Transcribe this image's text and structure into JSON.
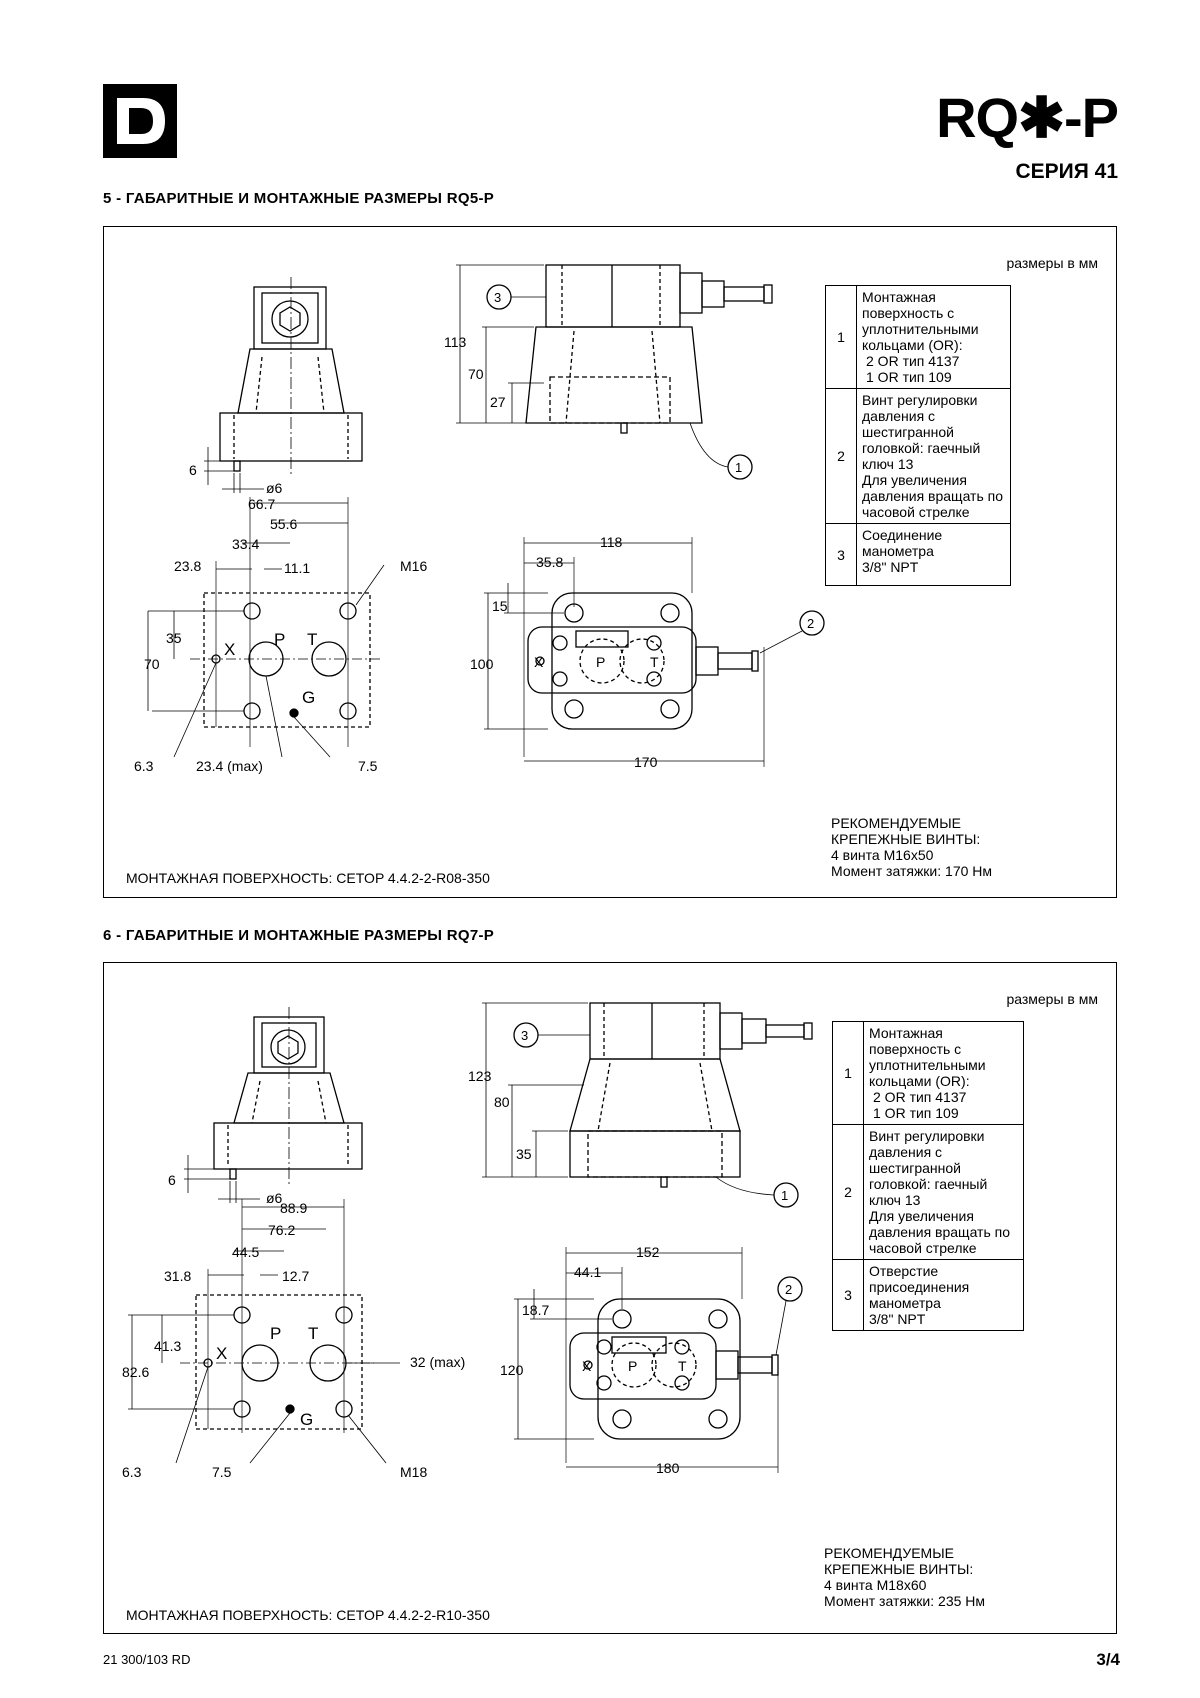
{
  "header": {
    "product_code": "RQ✱-P",
    "series": "СЕРИЯ 41"
  },
  "sections": [
    {
      "title": "5 - ГАБАРИТНЫЕ И МОНТАЖНЫЕ РАЗМЕРЫ RQ5-P",
      "units_note": "размеры в мм",
      "dims": {
        "d113": "113",
        "d70": "70",
        "d27": "27",
        "d6": "6",
        "dphi6": "ø6",
        "d66_7": "66.7",
        "d55_6": "55.6",
        "d33_4": "33.4",
        "d23_8": "23.8",
        "d11_1": "11.1",
        "thread": "M16",
        "d35": "35",
        "d70b": "70",
        "d6_3": "6.3",
        "d23_4": "23.4 (max)",
        "d7_5": "7.5",
        "d118": "118",
        "d35_8": "35.8",
        "d15": "15",
        "d100": "100",
        "d170": "170"
      },
      "port_labels": {
        "x": "X",
        "p": "P",
        "t": "T",
        "g": "G"
      },
      "callouts": {
        "c1": "1",
        "c2": "2",
        "c3": "3"
      },
      "legend": [
        {
          "num": "1",
          "text": "Монтажная поверхность с уплотнительными кольцами (OR):",
          "sub": [
            "2 OR тип 4137",
            "1 OR тип 109"
          ]
        },
        {
          "num": "2",
          "text": "Винт регулировки давления с шестигранной головкой: гаечный ключ 13",
          "sub": [
            "Для увеличения давления вращать по часовой стрелке"
          ]
        },
        {
          "num": "3",
          "text": "Соединение манометра",
          "sub": [
            "3/8\" NPT"
          ]
        }
      ],
      "screws": [
        "РЕКОМЕНДУЕМЫЕ",
        "КРЕПЕЖНЫЕ ВИНТЫ:",
        "4 винта M16x50",
        "Момент затяжки: 170 Нм"
      ],
      "mounting_surface": "МОНТАЖНАЯ ПОВЕРХНОСТЬ: CETOP 4.4.2-2-R08-350"
    },
    {
      "title": "6 - ГАБАРИТНЫЕ И МОНТАЖНЫЕ РАЗМЕРЫ RQ7-P",
      "units_note": "размеры в мм",
      "dims": {
        "d123": "123",
        "d80": "80",
        "d35": "35",
        "d6": "6",
        "dphi6": "ø6",
        "d88_9": "88.9",
        "d76_2": "76.2",
        "d44_5": "44.5",
        "d31_8": "31.8",
        "d12_7": "12.7",
        "d41_3": "41.3",
        "d82_6": "82.6",
        "d32": "32 (max)",
        "d6_3": "6.3",
        "d7_5": "7.5",
        "thread": "M18",
        "d152": "152",
        "d44_1": "44.1",
        "d18_7": "18.7",
        "d120": "120",
        "d180": "180"
      },
      "port_labels": {
        "x": "X",
        "p": "P",
        "t": "T",
        "g": "G"
      },
      "callouts": {
        "c1": "1",
        "c2": "2",
        "c3": "3"
      },
      "legend": [
        {
          "num": "1",
          "text": "Монтажная поверхность с уплотнительными кольцами (OR):",
          "sub": [
            "2 OR тип 4137",
            "1 OR тип 109"
          ]
        },
        {
          "num": "2",
          "text": "Винт регулировки давления с шестигранной головкой: гаечный ключ 13",
          "sub": [
            "Для увеличения давления вращать по часовой стрелке"
          ]
        },
        {
          "num": "3",
          "text": "Отверстие присоединения манометра",
          "sub": [
            "3/8\" NPT"
          ]
        }
      ],
      "screws": [
        "РЕКОМЕНДУЕМЫЕ",
        "КРЕПЕЖНЫЕ ВИНТЫ:",
        "4 винта M18x60",
        "Момент затяжки: 235 Нм"
      ],
      "mounting_surface": "МОНТАЖНАЯ ПОВЕРХНОСТЬ: CETOP 4.4.2-2-R10-350"
    }
  ],
  "footer": {
    "doc_number": "21 300/103 RD",
    "page": "3/4"
  }
}
